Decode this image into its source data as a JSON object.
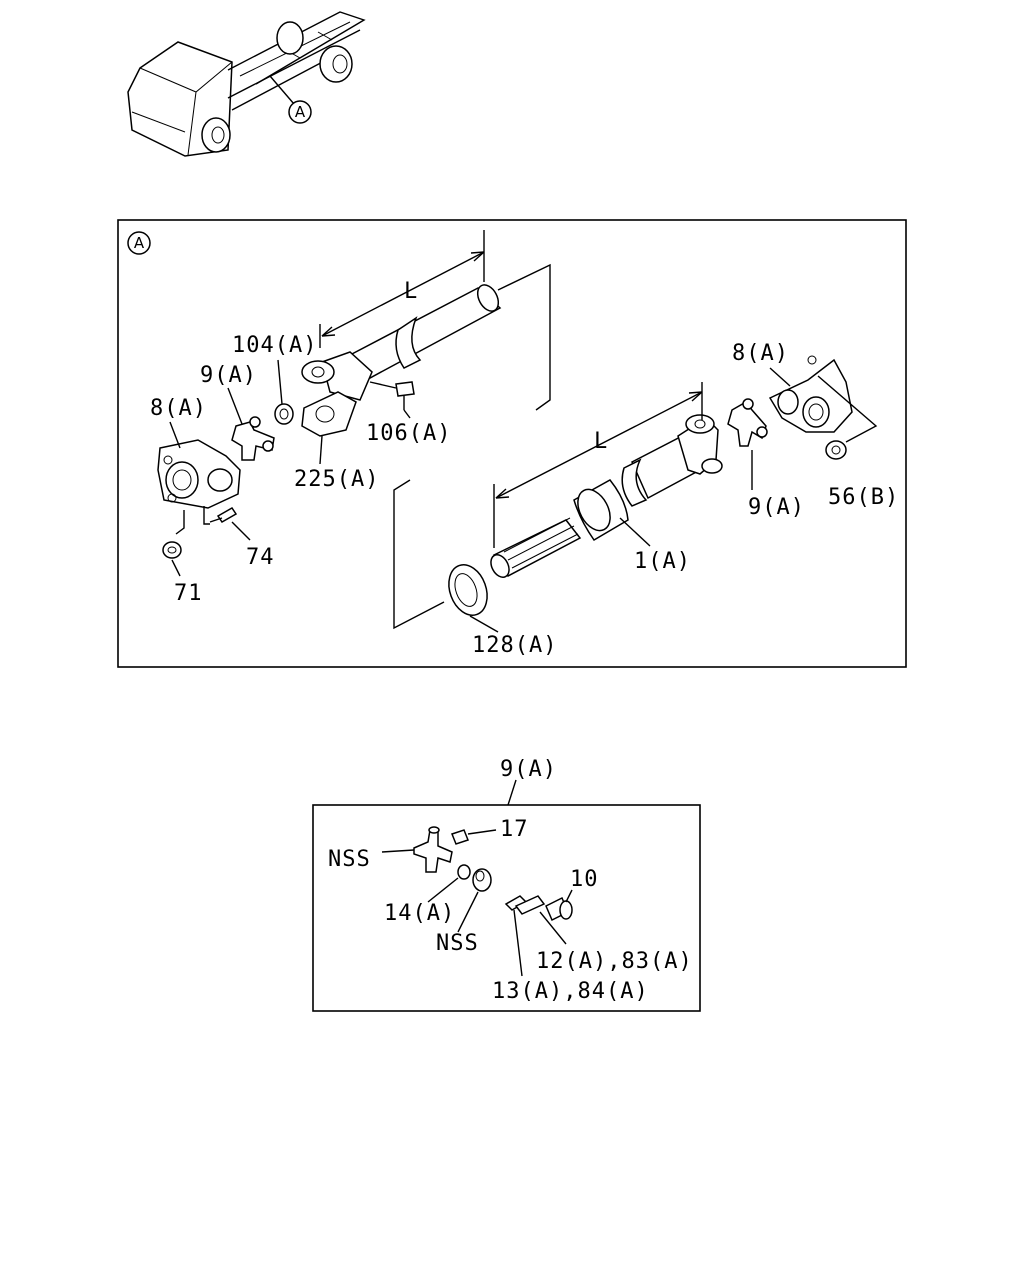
{
  "callout_a": "A",
  "labels": {
    "l_upper": "L",
    "l_lower": "L",
    "p104": "104(A)",
    "p9_left": "9(A)",
    "p8_left": "8(A)",
    "p106": "106(A)",
    "p225": "225(A)",
    "p74": "74",
    "p71": "71",
    "p8_right": "8(A)",
    "p9_right": "9(A)",
    "p56": "56(B)",
    "p1": "1(A)",
    "p128": "128(A)"
  },
  "detail": {
    "title": "9(A)",
    "p17": "17",
    "nss_top": "NSS",
    "p14": "14(A)",
    "nss_bottom": "NSS",
    "p10": "10",
    "p12_83": "12(A),83(A)",
    "p13_84": "13(A),84(A)"
  }
}
